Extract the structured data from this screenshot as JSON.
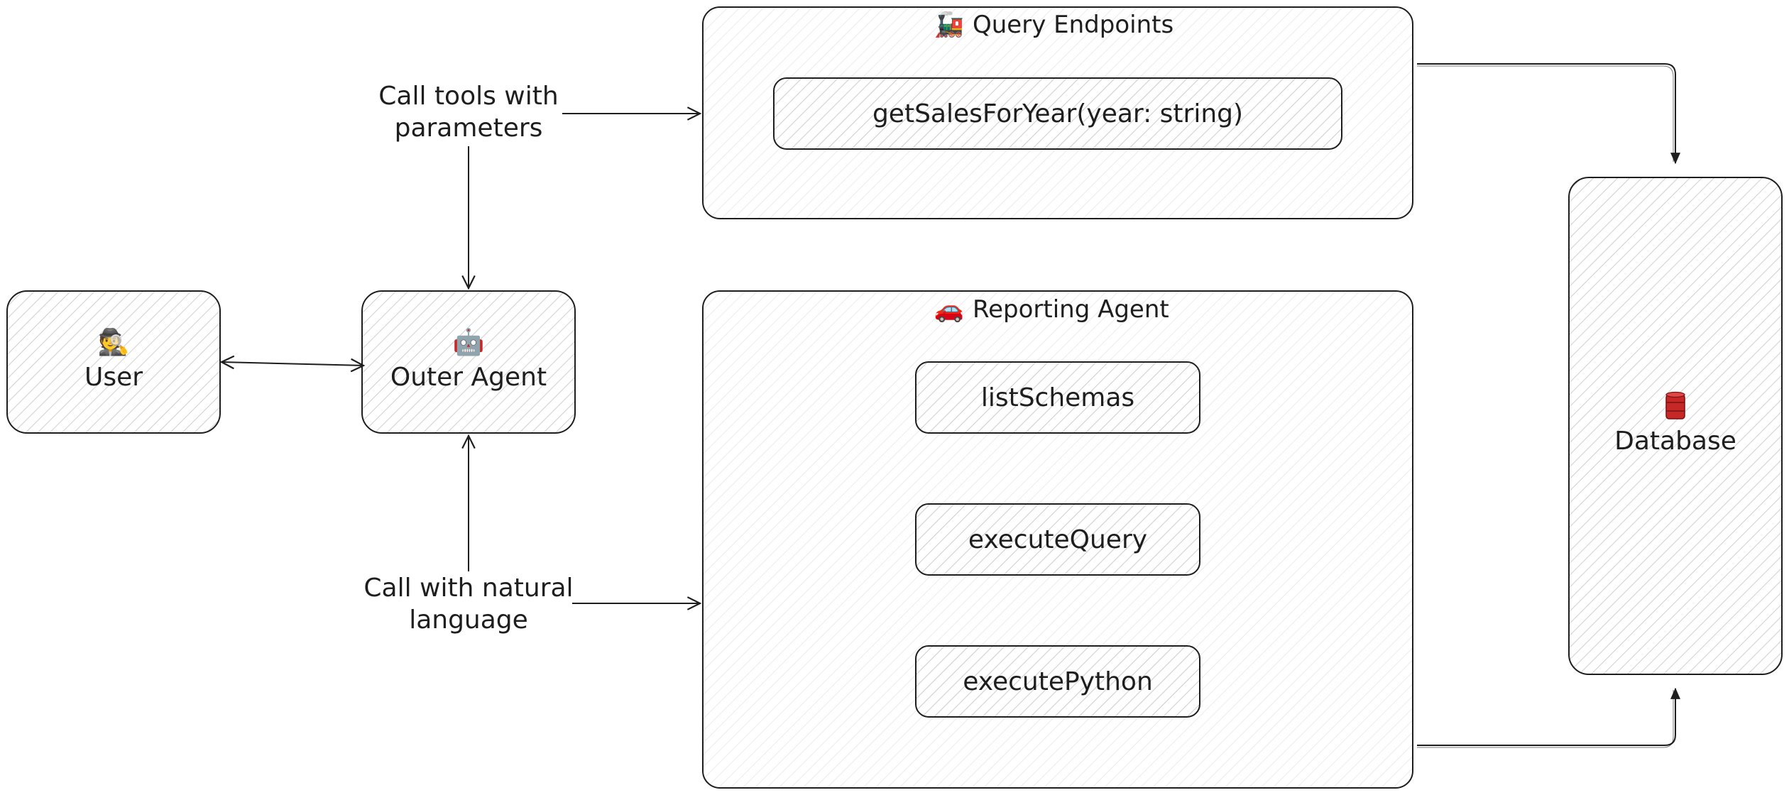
{
  "diagram": {
    "user": {
      "icon": "🕵",
      "icon_name": "detective-icon",
      "label": "User"
    },
    "outer_agent": {
      "icon": "🤖",
      "icon_name": "robot-icon",
      "label": "Outer Agent"
    },
    "query_endpoints": {
      "icon": "🚂",
      "icon_name": "locomotive-icon",
      "title": "Query Endpoints",
      "tools": [
        "getSalesForYear(year: string)"
      ]
    },
    "reporting_agent": {
      "icon": "🚗",
      "icon_name": "car-icon",
      "title": "Reporting Agent",
      "tools": [
        "listSchemas",
        "executeQuery",
        "executePython"
      ]
    },
    "database": {
      "icon": "🛢",
      "icon_name": "oil-drum-icon",
      "label": "Database"
    },
    "edge_labels": {
      "call_tools": [
        "Call tools with",
        "parameters"
      ],
      "call_natural": [
        "Call with natural",
        "language"
      ]
    },
    "colors": {
      "stroke": "#1e1e1e",
      "hatch": "#cfcfcf",
      "background": "#ffffff",
      "icon_red": "#c62828"
    }
  }
}
